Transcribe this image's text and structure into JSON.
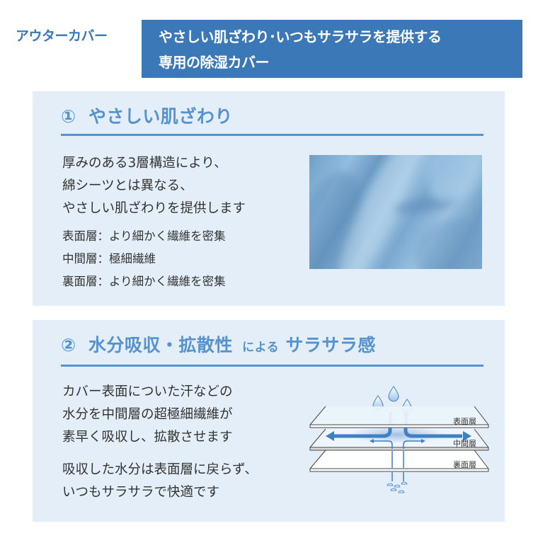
{
  "header": {
    "label": "アウターカバー",
    "title_line1": "やさしい肌ざわり･いつもサラサラを提供する",
    "title_line2": "専用の除湿カバー"
  },
  "section1": {
    "number": "①",
    "title": "やさしい肌ざわり",
    "body": [
      "厚みのある3層構造により、",
      "綿シーツとは異なる、",
      "やさしい肌ざわりを提供します"
    ],
    "layers": [
      "表面層：より細かく繊維を密集",
      "中間層：極細繊維",
      "裏面層：より細かく繊維を密集"
    ],
    "image": "blue-satin-fabric-photo"
  },
  "section2": {
    "number": "②",
    "title_main": "水分吸収・拡散性",
    "title_connector": "による",
    "title_end": "サラサラ感",
    "body": [
      "カバー表面についた汗などの",
      "水分を中間層の超極細繊維が",
      "素早く吸収し、拡散させます"
    ],
    "body2": [
      "吸収した水分は表面層に戻らず、",
      "いつもサラサラで快適です"
    ],
    "diagram_labels": [
      "表面層",
      "中間層",
      "裏面層"
    ]
  },
  "colors": {
    "accent": "#3b78b8",
    "heading": "#5592cf",
    "panel_bg": "#e3eef8",
    "text": "#333333"
  }
}
